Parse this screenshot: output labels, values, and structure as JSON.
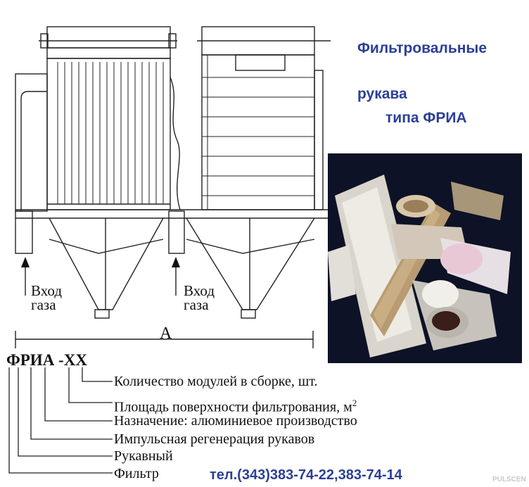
{
  "heading": {
    "line1": "Фильтровальные",
    "line2": "рукава",
    "line3": "типа ФРИА"
  },
  "drawing": {
    "inlet_left_1": "Вход",
    "inlet_left_2": "газа",
    "inlet_right_1": "Вход",
    "inlet_right_2": "газа",
    "dimension_label": "A"
  },
  "designation": {
    "code": "ФРИА -XX",
    "items": [
      "Количество модулей в сборке, шт.",
      "Площадь поверхности фильтрования, м",
      "Назначение: алюминиевое производство",
      "Импульсная регенерация рукавов",
      "Рукавный",
      "Фильтр"
    ],
    "superscript": "2"
  },
  "contact": {
    "phone": "тел.(343)383-74-22,383-74-14"
  },
  "watermark": "PULSCEN"
}
